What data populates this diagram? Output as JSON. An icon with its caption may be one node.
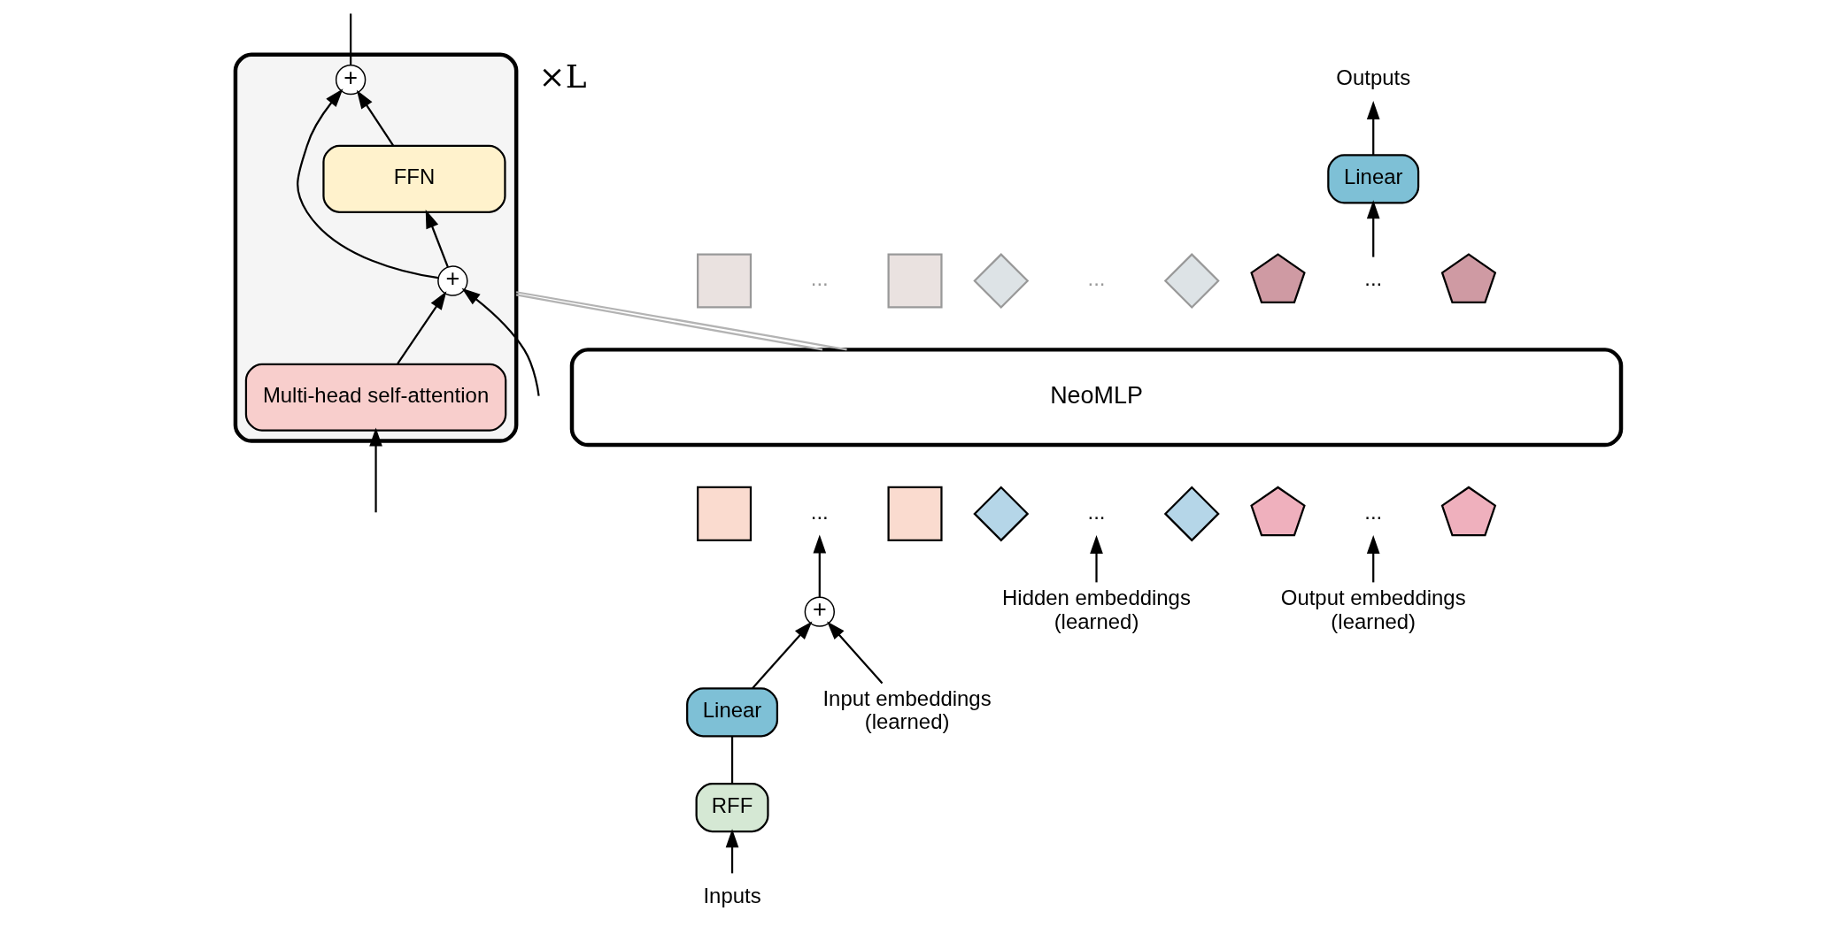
{
  "diagram": {
    "nodes": [
      {
        "text": [
          "Outputs"
        ]
      },
      {
        "text": [
          "Linear"
        ]
      },
      {
        "text": [],
        "shape": "box"
      },
      {
        "text": [
          "..."
        ]
      },
      {
        "text": [],
        "shape": "box"
      },
      {
        "text": [],
        "shape": "diamond"
      },
      {
        "text": [
          "..."
        ]
      },
      {
        "text": [],
        "shape": "diamond"
      },
      {
        "text": [],
        "shape": "pentagon"
      },
      {
        "text": [
          "..."
        ]
      },
      {
        "text": [],
        "shape": "pentagon"
      },
      {
        "text": [
          "NeoMLP"
        ]
      },
      {
        "text": [],
        "shape": "box"
      },
      {
        "text": [
          "+"
        ],
        "in": 12
      },
      {
        "text": [
          "FFN"
        ],
        "in": 12
      },
      {
        "text": [
          "+"
        ],
        "in": 12
      },
      {
        "text": [
          "Multi-head self-attention"
        ],
        "in": 12
      },
      {
        "text": [],
        "shape": "box"
      },
      {
        "text": [
          "..."
        ]
      },
      {
        "text": [],
        "shape": "box"
      },
      {
        "text": [],
        "shape": "diamond"
      },
      {
        "text": [
          "..."
        ]
      },
      {
        "text": [],
        "shape": "diamond"
      },
      {
        "text": [],
        "shape": "pentagon"
      },
      {
        "text": [
          "..."
        ]
      },
      {
        "text": [],
        "shape": "pentagon"
      },
      {
        "text": [
          "+"
        ]
      },
      {
        "text": [
          "Linear"
        ]
      },
      {
        "text": [
          "RFF"
        ]
      },
      {
        "text": [
          "Hidden embeddings (learned)"
        ]
      },
      {
        "text": [
          "Output embeddings (learned)"
        ]
      },
      {
        "text": [
          "Inputs"
        ]
      },
      {
        "text": [
          "Input embeddings (learned)"
        ]
      }
    ],
    "edges": [
      {
        "from": 1,
        "to": 0,
        "arrow": "to"
      },
      {
        "from": 9,
        "to": 1,
        "arrow": "to"
      },
      {
        "from": 11,
        "to": 12,
        "arrow": "none",
        "color": "#b3b3b3"
      },
      {
        "from": 11,
        "to": 12,
        "arrow": "none",
        "color": "#b3b3b3"
      },
      {
        "from": null,
        "to": 15,
        "arrow": "to"
      },
      {
        "from": null,
        "to": 16,
        "arrow": "to"
      },
      {
        "from": 16,
        "to": 15,
        "arrow": "to"
      },
      {
        "from": 15,
        "to": 13,
        "arrow": "to"
      },
      {
        "from": 15,
        "to": 14,
        "arrow": "to"
      },
      {
        "from": 14,
        "to": 13,
        "arrow": "to"
      },
      {
        "from": 13,
        "to": null,
        "arrow": "none"
      },
      {
        "from": 31,
        "to": 28,
        "arrow": "to"
      },
      {
        "from": 28,
        "to": 27,
        "arrow": "none"
      },
      {
        "from": 27,
        "to": 26,
        "arrow": "to"
      },
      {
        "from": 32,
        "to": 26,
        "arrow": "to"
      },
      {
        "from": 26,
        "to": 18,
        "arrow": "to"
      },
      {
        "from": 29,
        "to": 21,
        "arrow": "to"
      },
      {
        "from": 30,
        "to": 24,
        "arrow": "to"
      }
    ],
    "labels": [
      "×L"
    ]
  }
}
